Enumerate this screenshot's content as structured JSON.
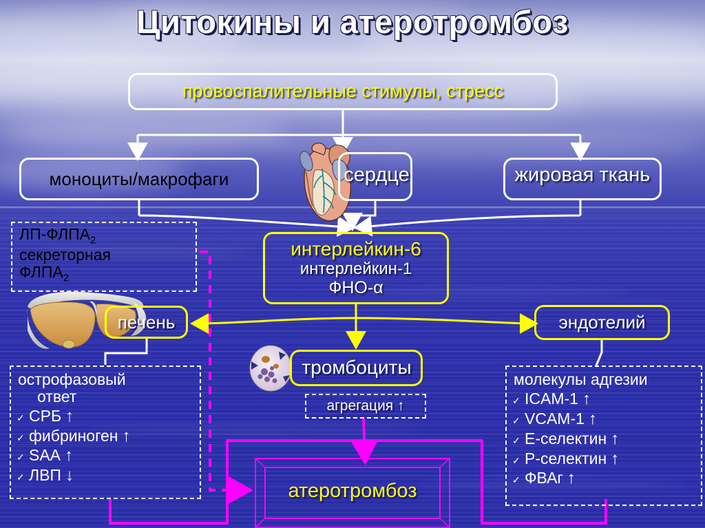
{
  "slide": {
    "title": "Цитокины и атеротромбоз",
    "colors": {
      "accent_yellow": "#ffff00",
      "accent_white": "#ffffff",
      "accent_magenta": "#ff00ff",
      "background_blue": "#2d2fa6",
      "text_black": "#000000"
    }
  },
  "nodes": {
    "stimuli": {
      "label": "провоспалительные стимулы, стресс"
    },
    "monocytes": {
      "label": "моноциты/макрофаги"
    },
    "heart": {
      "label": "сердце",
      "icon": "heart-organ-image"
    },
    "fat_tissue": {
      "label": "жировая ткань"
    },
    "plpla": {
      "line1": "ЛП-ФЛПА",
      "line1_sub": "2",
      "line2": "секреторная",
      "line3": "ФЛПА",
      "line3_sub": "2"
    },
    "interleukins": {
      "line1": "интерлейкин-6",
      "line2": "интерлейкин-1",
      "line3": "ФНО-α"
    },
    "liver": {
      "label": "печень",
      "icon": "liver-organ-image"
    },
    "platelets": {
      "label": "тромбоциты",
      "icon": "platelet-cell-image"
    },
    "aggregation": {
      "label": "агрегация ↑"
    },
    "endothelium": {
      "label": "эндотелий"
    },
    "atherothrombosis": {
      "label": "атеротромбоз"
    }
  },
  "acute_phase": {
    "title_line1": "острофазовый",
    "title_line2": "ответ",
    "items": [
      {
        "check": "✓",
        "text": "СРБ",
        "arrow": "↑"
      },
      {
        "check": "✓",
        "text": "фибриноген",
        "arrow": "↑"
      },
      {
        "check": "✓",
        "text": "SAA",
        "arrow": "↑"
      },
      {
        "check": "✓",
        "text": "ЛВП",
        "arrow": "↓"
      }
    ]
  },
  "adhesion": {
    "title": "молекулы адгезии",
    "items": [
      {
        "check": "✓",
        "text": "ICAM-1",
        "arrow": "↑"
      },
      {
        "check": "✓",
        "text": "VCAM-1",
        "arrow": "↑"
      },
      {
        "check": "✓",
        "text": "Е-селектин",
        "arrow": "↑"
      },
      {
        "check": "✓",
        "text": "Р-селектин",
        "arrow": "↑"
      },
      {
        "check": "✓",
        "text": "ФВАг",
        "arrow": "↑"
      }
    ]
  }
}
